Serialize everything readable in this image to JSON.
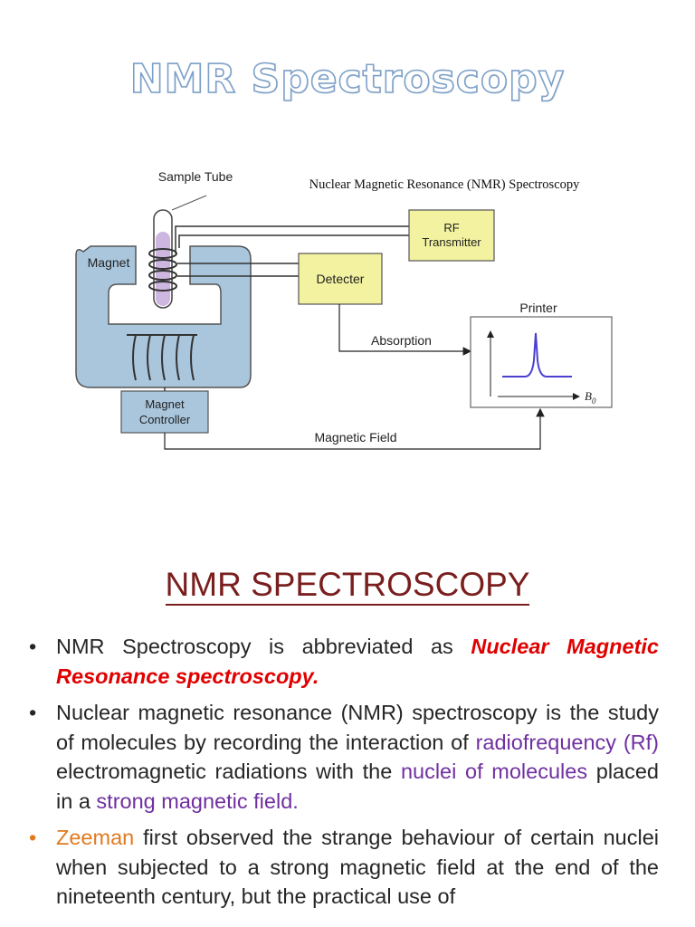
{
  "title": "NMR Spectroscopy",
  "diagram": {
    "sample_tube_label": "Sample Tube",
    "diagram_title": "Nuclear Magnetic Resonance (NMR) Spectroscopy",
    "magnet_label": "Magnet",
    "rf_line1": "RF",
    "rf_line2": "Transmitter",
    "detector_label": "Detecter",
    "printer_label": "Printer",
    "absorption_label": "Absorption",
    "controller_line1": "Magnet",
    "controller_line2": "Controller",
    "field_label": "Magnetic Field",
    "axis_label": "B",
    "axis_subscript": "0",
    "colors": {
      "magnet": "#a9c6dd",
      "boxes": "#f2f2a0",
      "tube": "#cdb6e0",
      "peak": "#4a3fd1"
    }
  },
  "section_title": "NMR SPECTROSCOPY",
  "bullets": {
    "b1_text": "NMR Spectroscopy is abbreviated as ",
    "b1_red": "Nuclear Magnetic Resonance spectroscopy.",
    "b2_t1": "Nuclear magnetic resonance (NMR) spectroscopy is the study of molecules by recording the interaction of ",
    "b2_p1": "radiofrequency (Rf)",
    "b2_t2": " electromagnetic radiations with the ",
    "b2_p2": "nuclei of molecules",
    "b2_t3": " placed in a ",
    "b2_p3": "strong magnetic field.",
    "b3_orange": "Zeeman",
    "b3_text": " first observed the strange behaviour of certain nuclei when subjected to a strong magnetic field at the end of the nineteenth century, but the practical use of"
  }
}
